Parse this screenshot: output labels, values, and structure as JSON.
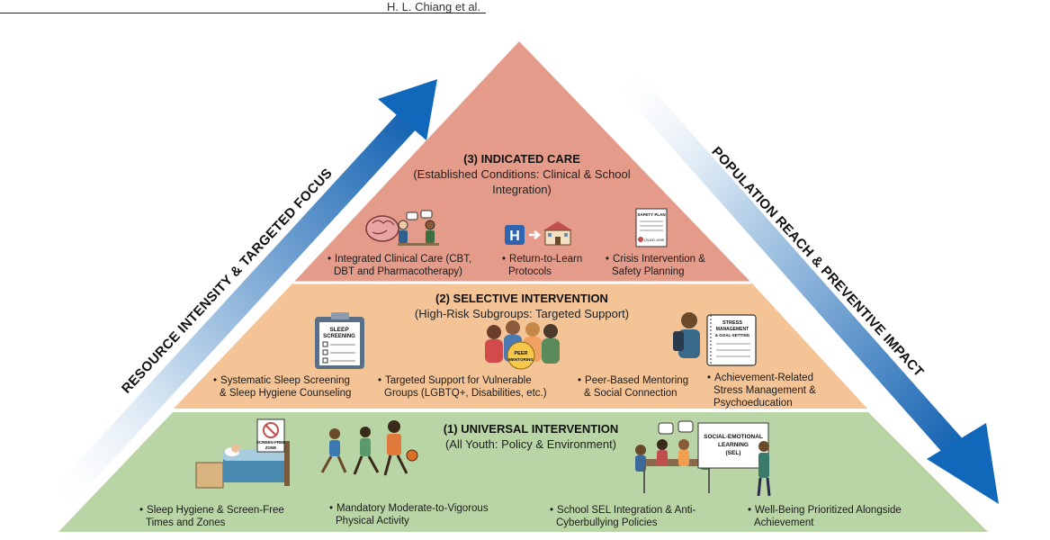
{
  "header": {
    "author": "H. L. Chiang et al."
  },
  "arrows": {
    "left_label": "RESOURCE INTENSITY & TARGETED FOCUS",
    "right_label": "POPULATION REACH & PREVENTIVE IMPACT"
  },
  "colors": {
    "top_tier": "#e59b89",
    "middle_tier": "#f4c497",
    "bottom_tier": "#b9d5a5",
    "arrow_blue": "#1763b4"
  },
  "tiers": {
    "indicated": {
      "title": "(3) INDICATED CARE",
      "subtitle_1": "(Established Conditions: Clinical & School",
      "subtitle_2": "Integration)",
      "items": [
        {
          "bullet": "•",
          "line1": "Integrated Clinical Care (CBT,",
          "line2": "DBT and Pharmacotherapy)",
          "icon": "brain-therapy-icon"
        },
        {
          "bullet": "•",
          "line1": "Return-to-Learn",
          "line2": "Protocols",
          "icon": "hospital-to-school-icon"
        },
        {
          "bullet": "•",
          "line1": "Crisis Intervention &",
          "line2": "Safety Planning",
          "icon": "safety-plan-icon"
        }
      ],
      "icon_texts": {
        "hospital_letter": "H",
        "safety_plan": "SAFETY PLAN",
        "safety_number": "(3)100-1999"
      }
    },
    "selective": {
      "title": "(2) SELECTIVE INTERVENTION",
      "subtitle": "(High-Risk Subgroups: Targeted Support)",
      "items": [
        {
          "bullet": "•",
          "line1": "Systematic Sleep Screening",
          "line2": "& Sleep Hygiene Counseling",
          "line3": "",
          "icon": "sleep-screening-clipboard-icon"
        },
        {
          "bullet": "•",
          "line1": "Targeted Support for Vulnerable",
          "line2": "Groups (LGBTQ+, Disabilities, etc.)",
          "line3": "",
          "icon": "peer-group-icon"
        },
        {
          "bullet": "•",
          "line1": "Peer-Based Mentoring",
          "line2": "& Social Connection",
          "line3": "",
          "icon": "student-backpack-icon"
        },
        {
          "bullet": "•",
          "line1": "Achievement-Related",
          "line2": "Stress Management &",
          "line3": "Psychoeducation",
          "icon": "stress-notebook-icon"
        }
      ],
      "icon_texts": {
        "sleep_1": "SLEEP",
        "sleep_2": "SCREENING",
        "peer_1": "PEER",
        "peer_2": "MENTORING",
        "stress_1": "STRESS",
        "stress_2": "MANAGEMENT",
        "stress_3": "& GOAL-SETTING"
      }
    },
    "universal": {
      "title": "(1) UNIVERSAL INTERVENTION",
      "subtitle": "(All Youth: Policy & Environment)",
      "items": [
        {
          "bullet": "•",
          "line1": "Sleep Hygiene & Screen-Free",
          "line2": "Times and Zones",
          "icon": "bed-sleep-icon"
        },
        {
          "bullet": "•",
          "line1": "Mandatory Moderate-to-Vigorous",
          "line2": "Physical Activity",
          "icon": "runners-icon"
        },
        {
          "bullet": "•",
          "line1": "School SEL Integration & Anti-",
          "line2": "Cyberbullying Policies",
          "icon": "classroom-icon"
        },
        {
          "bullet": "•",
          "line1": "Well-Being Prioritized Alongside",
          "line2": "Achievement",
          "icon": "teacher-icon"
        }
      ],
      "icon_texts": {
        "screen_1": "SCREEN-FREE",
        "screen_2": "ZONE",
        "sel_1": "SOCIAL-EMOTIONAL",
        "sel_2": "LEARNING",
        "sel_3": "(SEL)"
      }
    }
  }
}
